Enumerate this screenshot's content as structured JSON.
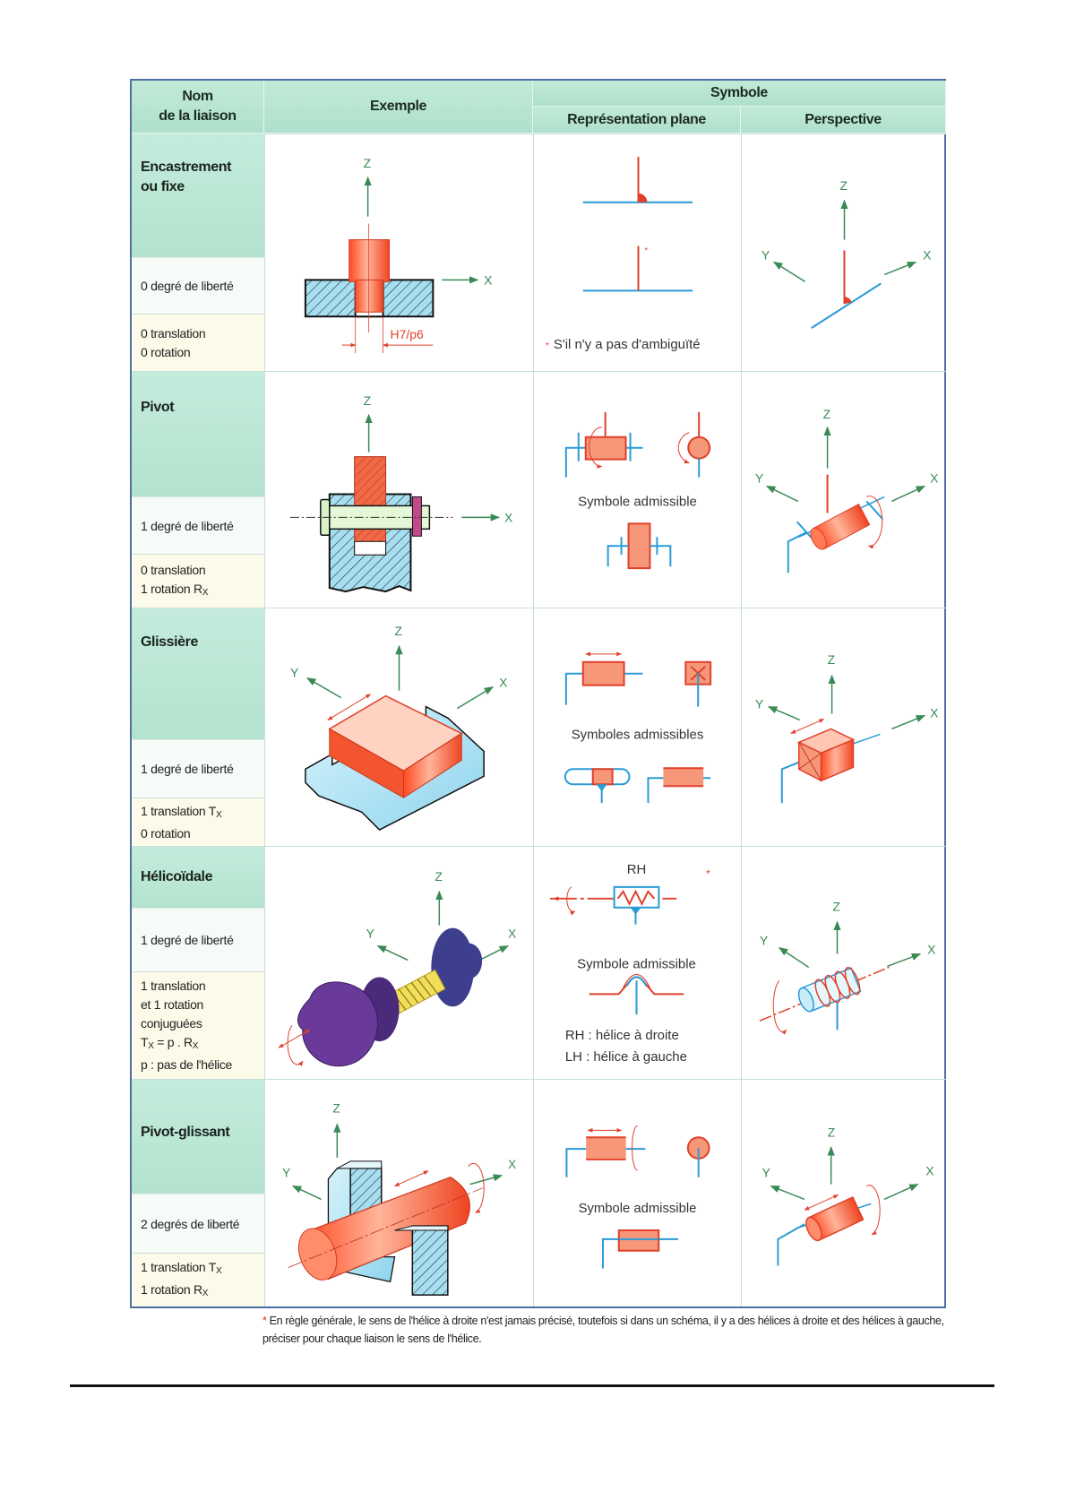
{
  "header": {
    "name_col": [
      "Nom",
      "de la liaison"
    ],
    "example_col": "Exemple",
    "symbol_col": "Symbole",
    "plane_col": "Représentation plane",
    "perspective_col": "Perspective"
  },
  "axes": {
    "x": "X",
    "y": "Y",
    "z": "Z"
  },
  "rows": [
    {
      "name": [
        "Encastrement",
        "ou fixe"
      ],
      "dof": "0 degré de liberté",
      "motion": [
        {
          "t": "0 translation"
        },
        {
          "t": "0 rotation"
        }
      ],
      "example_fit": "H7/p6",
      "plane_note_star": "*",
      "plane_note": "S'il n'y a pas d'ambiguïté"
    },
    {
      "name": [
        "Pivot"
      ],
      "dof": "1 degré de liberté",
      "motion": [
        {
          "t": "0 translation"
        },
        {
          "t": "1 rotation R",
          "sub": "X"
        }
      ],
      "plane_note": "Symbole admissible"
    },
    {
      "name": [
        "Glissière"
      ],
      "dof": "1 degré de liberté",
      "motion": [
        {
          "t": "1 translation T",
          "sub": "X"
        },
        {
          "t": "0 rotation"
        }
      ],
      "plane_note": "Symboles admissibles"
    },
    {
      "name": [
        "Hélicoïdale"
      ],
      "dof": "1 degré de liberté",
      "motion": [
        {
          "t": "1 translation"
        },
        {
          "t": "et 1 rotation"
        },
        {
          "t": "conjuguées"
        },
        {
          "t": "T",
          "sub": "X",
          "t2": " = p . R",
          "sub2": "X"
        },
        {
          "t": "p : pas de l'hélice"
        }
      ],
      "plane_rh": "RH",
      "plane_star": "*",
      "plane_note": "Symbole admissible",
      "legend_rh": "RH :  hélice à droite",
      "legend_lh": "LH :  hélice à gauche"
    },
    {
      "name": [
        "Pivot-glissant"
      ],
      "dof": "2 degrés de liberté",
      "motion": [
        {
          "t": "1 translation T",
          "sub": "X"
        },
        {
          "t": "1 rotation R",
          "sub": "X"
        }
      ],
      "plane_note": "Symbole admissible"
    }
  ],
  "footnote": {
    "star": "*",
    "text": "En règle générale, le sens de l'hélice à droite n'est jamais précisé, toutefois si dans un schéma, il y a des hélices à droite et des hélices à gauche, préciser pour chaque liaison le sens de l'hélice."
  },
  "colors": {
    "axis": "#3a8a55",
    "part": "#f0553a",
    "frame": "#2a9bd6",
    "header": "#b8e5d2",
    "border": "#4d6fa3"
  }
}
